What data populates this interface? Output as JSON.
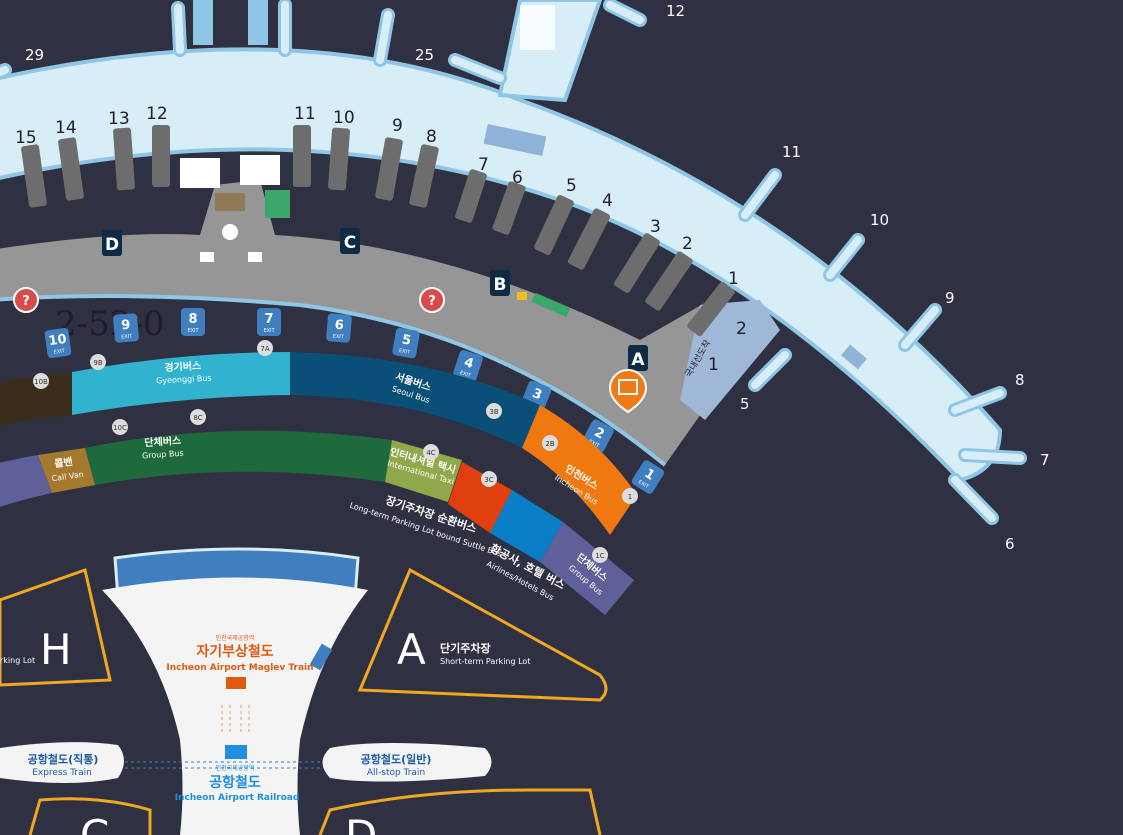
{
  "colors": {
    "background": "#2f3042",
    "concourse": "#d8eef7",
    "outline": "#8fc6e6",
    "landside": "#969696",
    "gate_block": "#6d6d6d",
    "exit_sign": "#3f7fc0",
    "bus_green": "#1f6a3c",
    "bus_cyan": "#31b3d0",
    "bus_blue": "#0a4f78",
    "bus_orange": "#f07810",
    "parking_outline": "#f0a820",
    "marker_orange": "#f07a16"
  },
  "gates": {
    "remote": [
      "29",
      "25",
      "12",
      "11",
      "10",
      "9",
      "8",
      "7",
      "6",
      "5"
    ],
    "contact": [
      "15",
      "14",
      "13",
      "12",
      "11",
      "10",
      "9",
      "8",
      "7",
      "6",
      "5",
      "4",
      "3",
      "2",
      "1",
      "2",
      "1"
    ]
  },
  "counters": [
    "D",
    "C",
    "B",
    "A"
  ],
  "exits": {
    "numbers": [
      "10",
      "9",
      "8",
      "7",
      "6",
      "5",
      "4",
      "3",
      "2",
      "1"
    ],
    "label": "EXIT"
  },
  "stops": [
    "10B",
    "9B",
    "7A",
    "10C",
    "8C",
    "4C",
    "3C",
    "3B",
    "2B",
    "1",
    "1C"
  ],
  "bus_zones": [
    {
      "ko": "경기버스",
      "en": "Gyeonggi Bus"
    },
    {
      "ko": "서울버스",
      "en": "Seoul Bus"
    },
    {
      "ko": "단체버스",
      "en": "Group Bus"
    },
    {
      "ko": "콜밴",
      "en": "Call Van"
    },
    {
      "ko": "인터내셔널 택시",
      "en": "International Taxi"
    },
    {
      "ko": "인천버스",
      "en": "Incheon Bus"
    }
  ],
  "bus_labels": [
    {
      "ko": "장기주차장 순환버스",
      "en": "Long-term Parking Lot bound Suttle Bus"
    },
    {
      "ko": "항공사, 호텔 버스",
      "en": "Airlines/Hotels Bus"
    },
    {
      "ko": "단체버스",
      "en": "Group Bus"
    }
  ],
  "domestic": {
    "ko": "국내선도착"
  },
  "parking": {
    "A": {
      "letter": "A",
      "ko": "단기주차장",
      "en": "Short-term Parking Lot"
    },
    "H": {
      "letter": "H",
      "en": "rking Lot"
    },
    "C": {
      "letter": "C"
    },
    "D": {
      "letter": "D"
    }
  },
  "transport": {
    "maglev": {
      "ko_small": "인천국제공항역",
      "ko": "자기부상철도",
      "en": "Incheon Airport Maglev Train"
    },
    "railroad": {
      "ko_small": "인천국제공항역",
      "ko": "공항철도",
      "en": "Incheon Airport Railroad"
    },
    "express": {
      "ko": "공항철도(직통)",
      "en": "Express Train"
    },
    "allstop": {
      "ko": "공항철도(일반)",
      "en": "All-stop Train"
    }
  },
  "map_text": {
    "handwriting": "2-52-0"
  }
}
